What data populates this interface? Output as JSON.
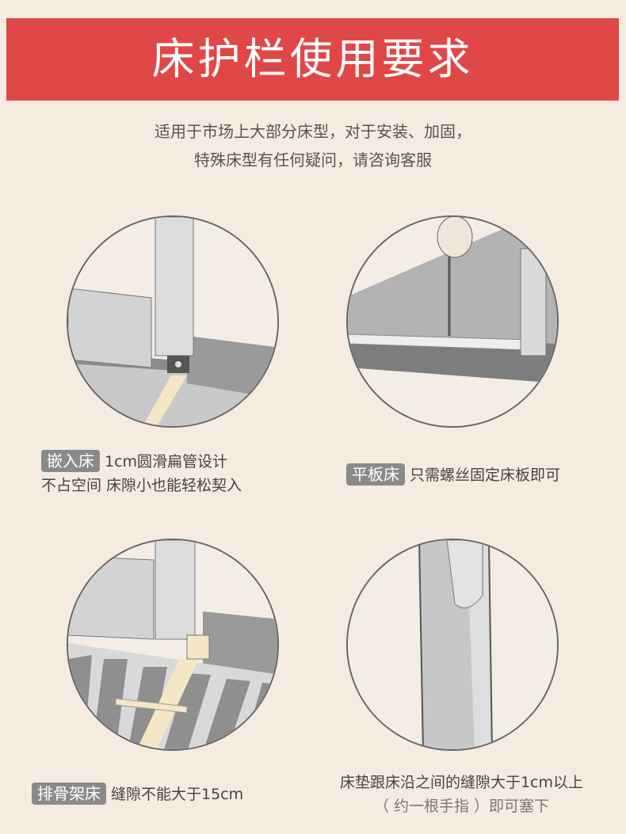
{
  "header": {
    "title": "床护栏使用要求"
  },
  "intro": {
    "line1": "适用于市场上大部分床型，对于安装、加固，",
    "line2": "特殊床型有任何疑问，请咨询客服"
  },
  "panels": [
    {
      "tag": "嵌入床",
      "line1": "1cm圆滑扁管设计",
      "line2": "不占空间 床隙小也能轻松契入"
    },
    {
      "tag": "平板床",
      "line1": "只需螺丝固定床板即可"
    },
    {
      "tag": "排骨架床",
      "line1": "缝隙不能大于15cm"
    },
    {
      "line1": "床垫跟床沿之间的缝隙大于1cm以上",
      "line2": "（ 约一根手指 ）即可塞下"
    }
  ],
  "colors": {
    "banner": "#e04747",
    "background": "#f6ebe1",
    "tag": "#8a8a8a"
  }
}
